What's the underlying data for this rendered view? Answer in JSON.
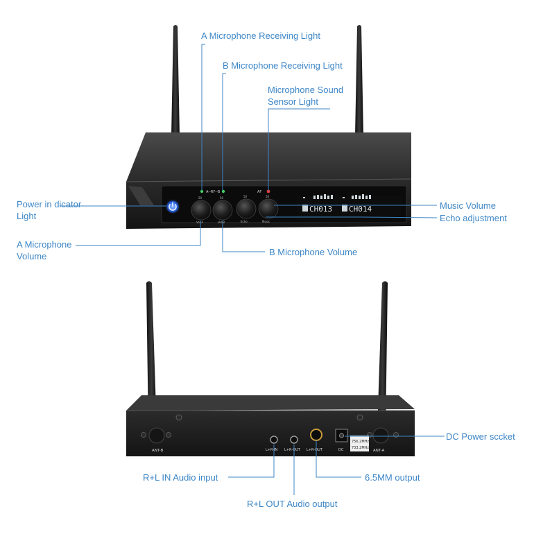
{
  "labels": {
    "a_receiving": "A Microphone Receiving Light",
    "b_receiving": "B Microphone Receiving Light",
    "sound_sensor_1": "Microphone Sound",
    "sound_sensor_2": "Sensor Light",
    "power_1": "Power in dicator",
    "power_2": "Light",
    "a_volume_1": "A Microphone",
    "a_volume_2": "Volume",
    "b_volume": "B Microphone Volume",
    "music_volume": "Music Volume",
    "echo": "Echo adjustment",
    "dc_socket": "DC Power scсket",
    "rl_in": "R+L IN Audio input",
    "rl_out": "R+L OUT Audio output",
    "output_65": "6.5MM output"
  },
  "panel_text": {
    "rf_label": "A--RF--B",
    "af_label": "AF",
    "display_ch_a": "CH013",
    "display_ch_b": "CH014",
    "knob1": "Vol.A",
    "knob2": "Vol.B",
    "knob3": "Echo",
    "knob4": "Music",
    "knob_scale": "50",
    "ant_b": "ANT-B",
    "ant_a": "ANT-A",
    "jack_in": "L+R-IN",
    "jack_out": "L+R-OUT",
    "jack_65": "L+R-OUT",
    "dc": "DC",
    "freq1": "756.2MHz",
    "freq2": "733.2MHz"
  },
  "colors": {
    "label": "#3d86c6",
    "body": "#1c1c1c",
    "led_green": "#3fd15a",
    "led_red": "#e23a32",
    "power_blue": "#4f8dff"
  }
}
